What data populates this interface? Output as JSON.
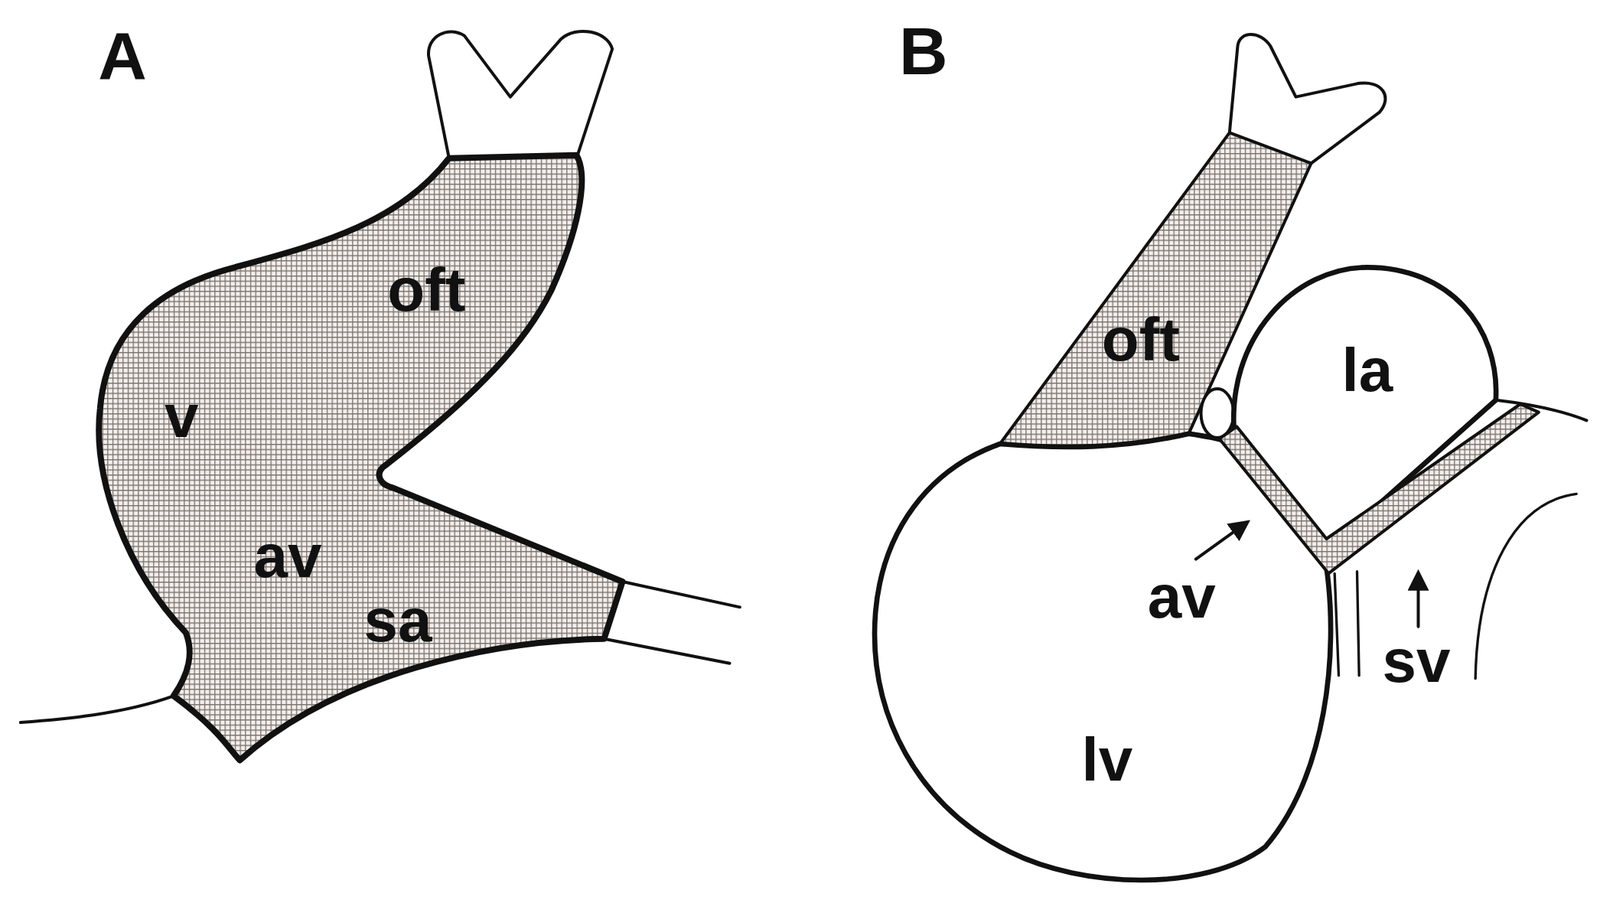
{
  "diagram": {
    "labels": [
      "A",
      "oft",
      "v",
      "av",
      "sa",
      "B",
      "oft",
      "la",
      "lv",
      "av",
      "sv"
    ]
  }
}
